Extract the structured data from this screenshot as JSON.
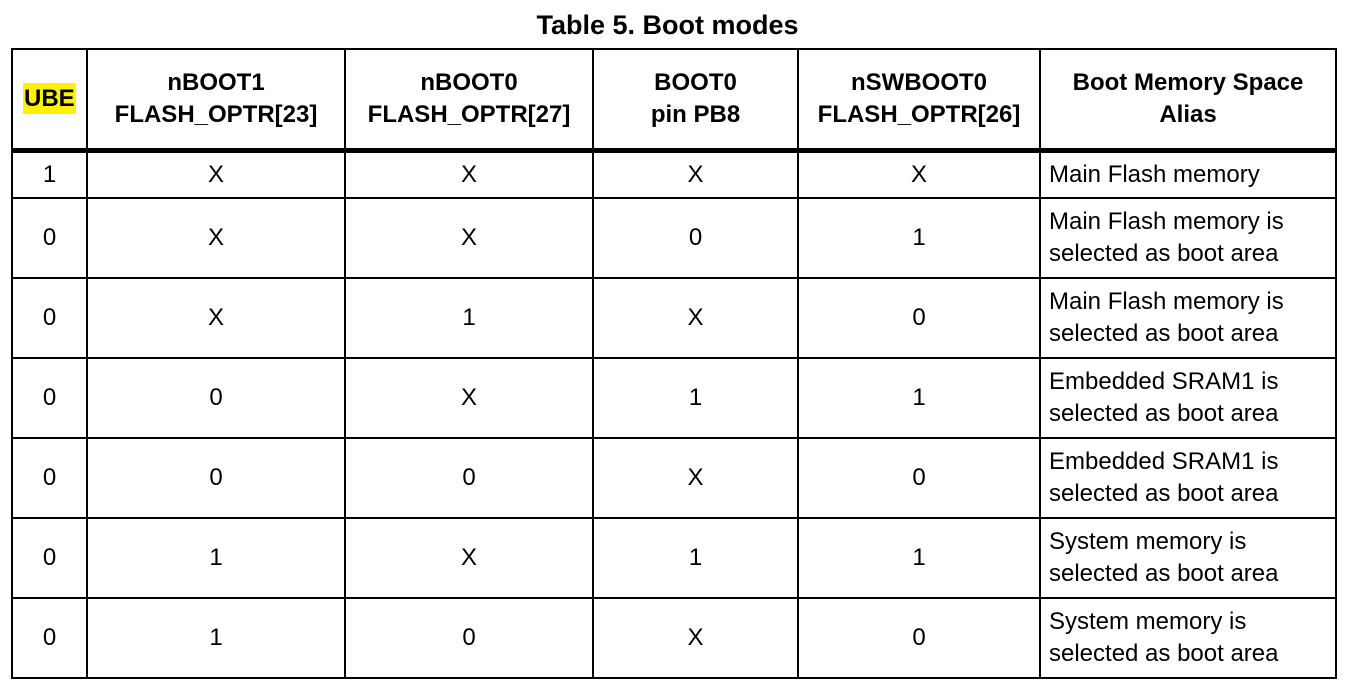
{
  "caption": "Table 5. Boot modes",
  "headers": [
    {
      "line1": "UBE",
      "line2": ""
    },
    {
      "line1": "nBOOT1",
      "line2": "FLASH_OPTR[23]"
    },
    {
      "line1": "nBOOT0",
      "line2": "FLASH_OPTR[27]"
    },
    {
      "line1": "BOOT0",
      "line2": "pin PB8"
    },
    {
      "line1": "nSWBOOT0",
      "line2": "FLASH_OPTR[26]"
    },
    {
      "line1": "Boot Memory Space",
      "line2": "Alias"
    }
  ],
  "highlight_color": "#fff200",
  "rows": [
    {
      "ube": "1",
      "nboot1": "X",
      "nboot0": "X",
      "boot0": "X",
      "nswboot0": "X",
      "alias_line1": "Main Flash memory",
      "alias_line2": ""
    },
    {
      "ube": "0",
      "nboot1": "X",
      "nboot0": "X",
      "boot0": "0",
      "nswboot0": "1",
      "alias_line1": "Main Flash memory is",
      "alias_line2": "selected as boot area"
    },
    {
      "ube": "0",
      "nboot1": "X",
      "nboot0": "1",
      "boot0": "X",
      "nswboot0": "0",
      "alias_line1": "Main Flash memory is",
      "alias_line2": "selected as boot area"
    },
    {
      "ube": "0",
      "nboot1": "0",
      "nboot0": "X",
      "boot0": "1",
      "nswboot0": "1",
      "alias_line1": "Embedded SRAM1 is",
      "alias_line2": "selected as boot area"
    },
    {
      "ube": "0",
      "nboot1": "0",
      "nboot0": "0",
      "boot0": "X",
      "nswboot0": "0",
      "alias_line1": "Embedded SRAM1 is",
      "alias_line2": "selected as boot area"
    },
    {
      "ube": "0",
      "nboot1": "1",
      "nboot0": "X",
      "boot0": "1",
      "nswboot0": "1",
      "alias_line1": "System memory is",
      "alias_line2": "selected as boot area"
    },
    {
      "ube": "0",
      "nboot1": "1",
      "nboot0": "0",
      "boot0": "X",
      "nswboot0": "0",
      "alias_line1": "System memory is",
      "alias_line2": "selected as boot area"
    }
  ]
}
